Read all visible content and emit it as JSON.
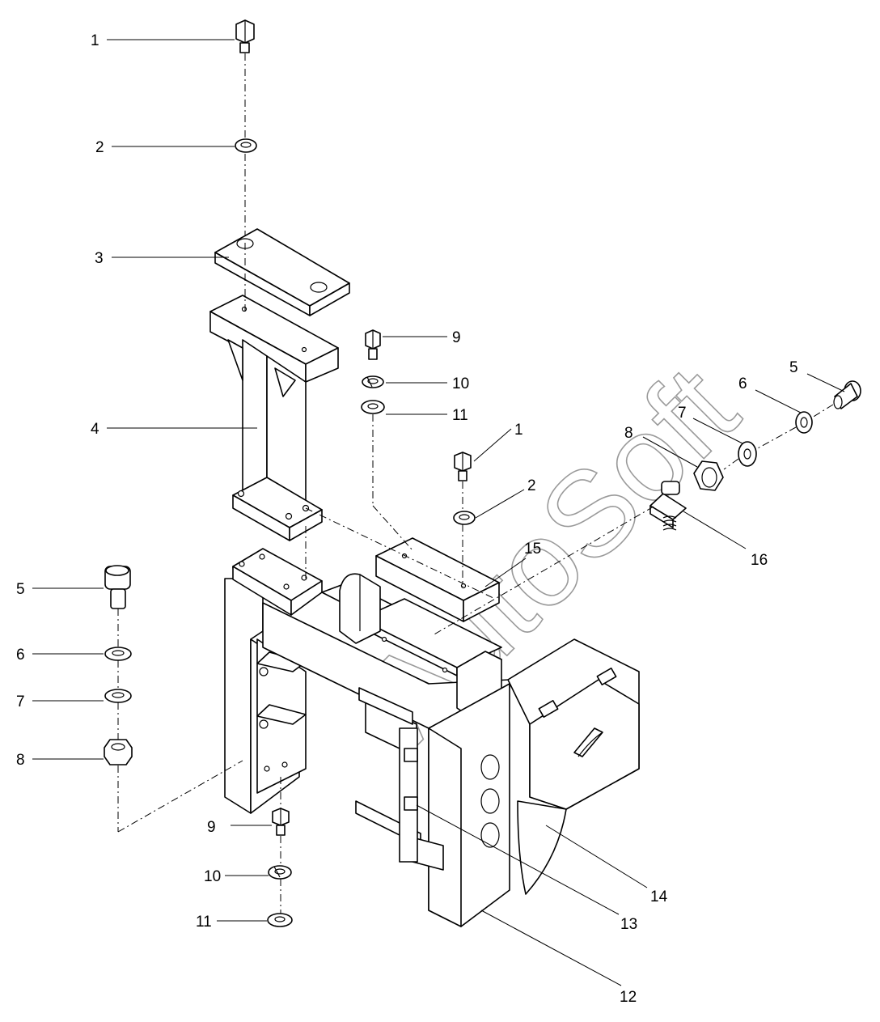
{
  "diagram": {
    "watermark": "AutoSoft",
    "callouts": [
      {
        "id": "c1a",
        "label": "1"
      },
      {
        "id": "c2a",
        "label": "2"
      },
      {
        "id": "c3",
        "label": "3"
      },
      {
        "id": "c4",
        "label": "4"
      },
      {
        "id": "c9a",
        "label": "9"
      },
      {
        "id": "c10a",
        "label": "10"
      },
      {
        "id": "c11a",
        "label": "11"
      },
      {
        "id": "c1b",
        "label": "1"
      },
      {
        "id": "c2b",
        "label": "2"
      },
      {
        "id": "c15",
        "label": "15"
      },
      {
        "id": "c5a",
        "label": "5"
      },
      {
        "id": "c6a",
        "label": "6"
      },
      {
        "id": "c7a",
        "label": "7"
      },
      {
        "id": "c8a",
        "label": "8"
      },
      {
        "id": "c16",
        "label": "16"
      },
      {
        "id": "c5b",
        "label": "5"
      },
      {
        "id": "c6b",
        "label": "6"
      },
      {
        "id": "c7b",
        "label": "7"
      },
      {
        "id": "c8b",
        "label": "8"
      },
      {
        "id": "c9b",
        "label": "9"
      },
      {
        "id": "c10b",
        "label": "10"
      },
      {
        "id": "c11b",
        "label": "11"
      },
      {
        "id": "c12",
        "label": "12"
      },
      {
        "id": "c13",
        "label": "13"
      },
      {
        "id": "c14",
        "label": "14"
      }
    ]
  }
}
